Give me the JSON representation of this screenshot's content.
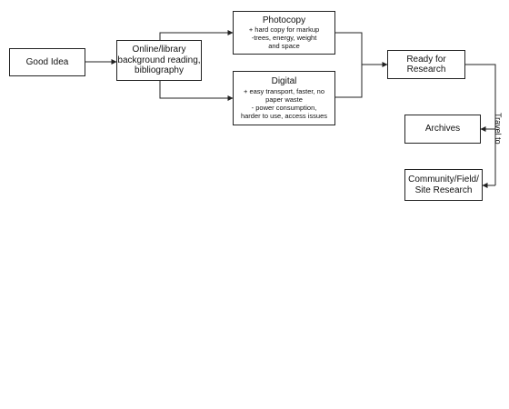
{
  "nodes": {
    "good_idea": {
      "title": "Good Idea"
    },
    "online": {
      "title": "Online/library background reading, bibliography"
    },
    "photocopy": {
      "title": "Photocopy",
      "notes": [
        "+ hard copy for markup",
        "-trees, energy, weight",
        "and space"
      ]
    },
    "digital": {
      "title": "Digital",
      "notes": [
        "+ easy transport, faster, no",
        "paper waste",
        "- power consumption,",
        "harder to use, access issues"
      ]
    },
    "ready": {
      "title": "Ready for Research"
    },
    "archives": {
      "title": "Archives"
    },
    "community": {
      "title": "Community/Field/ Site Research"
    }
  },
  "edges": {
    "travel_label": "Travel to"
  }
}
